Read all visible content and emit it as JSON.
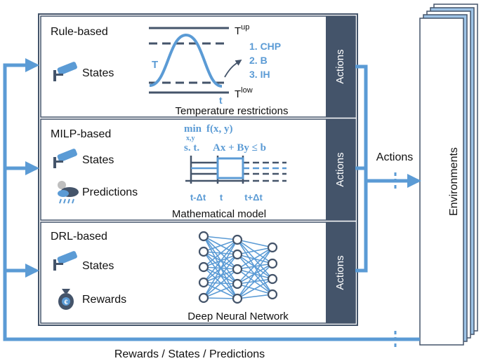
{
  "colors": {
    "accent": "#5b9bd5",
    "dark": "#44546a",
    "text": "#111111",
    "panel_border": "#44546a"
  },
  "rule_panel": {
    "title": "Rule-based",
    "states": "States",
    "actions": "Actions",
    "caption": "Temperature restrictions",
    "t_symbol": "T",
    "t_up_base": "T",
    "t_up_sup": "up",
    "t_low_base": "T",
    "t_low_sup": "low",
    "t_axis": "t",
    "priority": [
      "1. CHP",
      "2. B",
      "3. IH"
    ],
    "icons": [
      "camera-icon"
    ]
  },
  "milp_panel": {
    "title": "MILP-based",
    "states": "States",
    "predictions": "Predictions",
    "actions": "Actions",
    "caption": "Mathematical model",
    "min_word": "min",
    "min_sub": "x,y",
    "objective": "f(x, y)",
    "st": "s. t.",
    "constraint": "Ax + By ≤ b",
    "ticks": [
      "t-Δt",
      "t",
      "t+Δt"
    ],
    "icons": [
      "camera-icon",
      "weather-icon"
    ]
  },
  "drl_panel": {
    "title": "DRL-based",
    "states": "States",
    "rewards": "Rewards",
    "actions": "Actions",
    "caption": "Deep Neural Network",
    "icons": [
      "camera-icon",
      "money-bag-icon"
    ]
  },
  "middle": {
    "actions": "Actions"
  },
  "environments": {
    "label": "Environments"
  },
  "feedback": {
    "label": "Rewards / States / Predictions"
  }
}
